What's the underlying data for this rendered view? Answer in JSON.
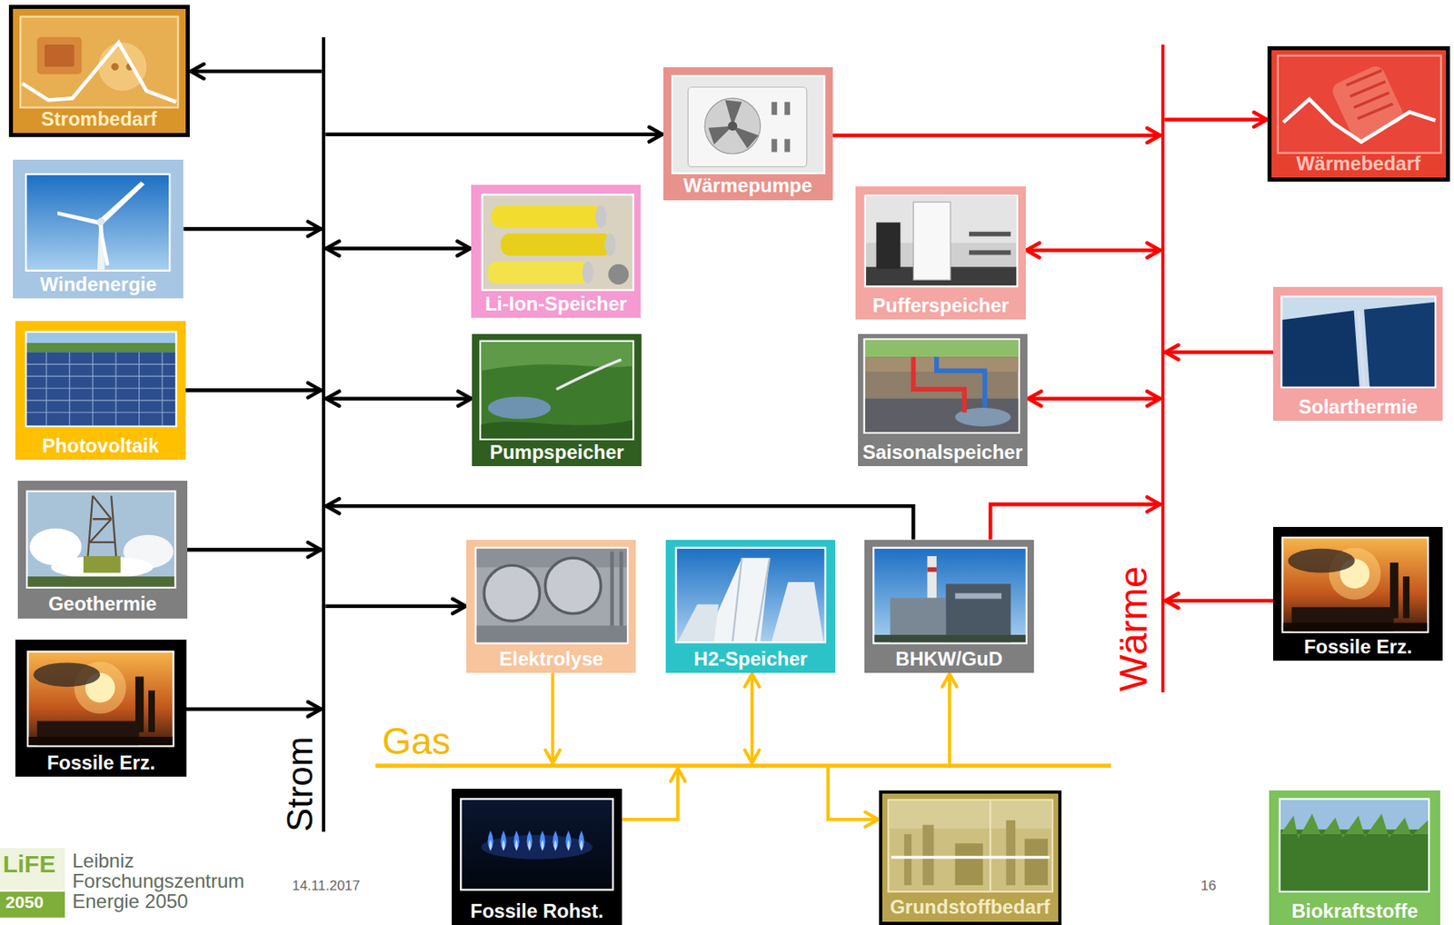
{
  "diagram": {
    "nodes": [
      {
        "text": [
          "Strombedarf"
        ]
      },
      {
        "text": [
          "Windenergie"
        ]
      },
      {
        "text": [
          "Photovoltaik"
        ]
      },
      {
        "text": [
          "Geothermie"
        ]
      },
      {
        "text": [
          "Fossile Erz."
        ]
      },
      {
        "text": [
          "Strom"
        ]
      },
      {
        "text": [
          "Wärmepumpe"
        ]
      },
      {
        "text": [
          "Li-Ion-Speicher"
        ]
      },
      {
        "text": [
          "Pumpspeicher"
        ]
      },
      {
        "text": [
          "Elektrolyse"
        ]
      },
      {
        "text": [
          "H2-Speicher"
        ]
      },
      {
        "text": [
          "BHKW/GuD"
        ]
      },
      {
        "text": [
          "Pufferspeicher"
        ]
      },
      {
        "text": [
          "Saisonalspeicher"
        ]
      },
      {
        "text": [
          "Gas"
        ]
      },
      {
        "text": [
          "Fossile Rohst."
        ]
      },
      {
        "text": [
          "Grundstoffbedarf"
        ]
      },
      {
        "text": [
          "Wärme"
        ]
      },
      {
        "text": [
          "Wärmebedarf"
        ]
      },
      {
        "text": [
          "Solarthermie"
        ]
      },
      {
        "text": [
          "Fossile Erz."
        ]
      },
      {
        "text": [
          "Biokraftstoffe"
        ]
      }
    ],
    "edges": [
      {
        "from": 5,
        "to": 0,
        "arrow": "to"
      },
      {
        "from": 1,
        "to": 5,
        "arrow": "to"
      },
      {
        "from": 2,
        "to": 5,
        "arrow": "to"
      },
      {
        "from": 3,
        "to": 5,
        "arrow": "to"
      },
      {
        "from": 4,
        "to": 5,
        "arrow": "to"
      },
      {
        "from": 5,
        "to": 6,
        "arrow": "to"
      },
      {
        "from": 5,
        "to": 7,
        "arrow": "both"
      },
      {
        "from": 5,
        "to": 8,
        "arrow": "both"
      },
      {
        "from": 11,
        "to": 5,
        "arrow": "to"
      },
      {
        "from": 5,
        "to": 9,
        "arrow": "to"
      },
      {
        "from": 6,
        "to": 17,
        "arrow": "to"
      },
      {
        "from": 17,
        "to": 18,
        "arrow": "to"
      },
      {
        "from": 12,
        "to": 17,
        "arrow": "both"
      },
      {
        "from": 13,
        "to": 17,
        "arrow": "both"
      },
      {
        "from": 19,
        "to": 17,
        "arrow": "to"
      },
      {
        "from": 20,
        "to": 17,
        "arrow": "to"
      },
      {
        "from": 11,
        "to": 17,
        "arrow": "to"
      },
      {
        "from": 9,
        "to": 14,
        "arrow": "to"
      },
      {
        "from": 10,
        "to": 14,
        "arrow": "both"
      },
      {
        "from": 14,
        "to": 11,
        "arrow": "to"
      },
      {
        "from": 15,
        "to": 14,
        "arrow": "to"
      },
      {
        "from": 14,
        "to": 16,
        "arrow": "to"
      }
    ],
    "labels": [
      "LiFE",
      "2050",
      "Leibniz Forschungszentrum Energie 2050",
      "14.11.2017",
      "16"
    ]
  }
}
